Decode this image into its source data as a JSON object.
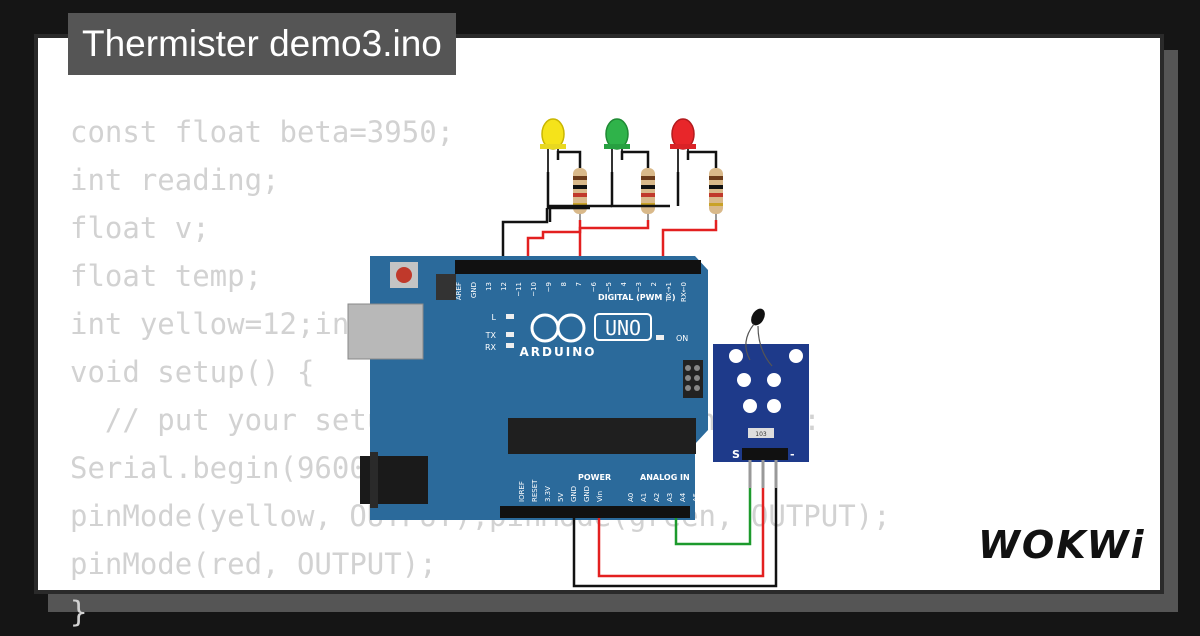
{
  "title": "Thermister demo3.ino",
  "code_lines": [
    "const float beta=3950;",
    "int reading;",
    "float v;",
    "float temp;",
    "int yellow=12;int green=8;int red=2;",
    "void setup() {",
    "  // put your setup code here, to run once:",
    "Serial.begin(9600);",
    "pinMode(yellow, OUTPUT);pinMode(green, OUTPUT);",
    "pinMode(red, OUTPUT);",
    "}"
  ],
  "board": {
    "brand": "ARDUINO",
    "model": "UNO",
    "digital_label": "DIGITAL (PWM ~)",
    "power_label": "POWER",
    "analog_label": "ANALOG IN",
    "led_l": "L",
    "led_tx": "TX",
    "led_rx": "RX",
    "led_on": "ON",
    "top_pins": [
      "AREF",
      "GND",
      "13",
      "12",
      "~11",
      "~10",
      "~9",
      "8",
      "7",
      "~6",
      "~5",
      "4",
      "~3",
      "2",
      "TX→1",
      "RX←0"
    ],
    "bottom_pins": [
      "IOREF",
      "RESET",
      "3.3V",
      "5V",
      "GND",
      "GND",
      "Vin",
      "A0",
      "A1",
      "A2",
      "A3",
      "A4",
      "A5"
    ]
  },
  "sensor": {
    "pin_s": "S",
    "pin_minus": "-",
    "chip": "103"
  },
  "leds": [
    {
      "color": "#f5e31a",
      "name": "yellow"
    },
    {
      "color": "#2fb34a",
      "name": "green"
    },
    {
      "color": "#e8262a",
      "name": "red"
    }
  ],
  "brand_logo": "WOKWi",
  "colors": {
    "board": "#2b6a9b",
    "sensor_board": "#1e3a8a",
    "wire_red": "#e32020",
    "wire_black": "#111111",
    "wire_green": "#1c9a2c"
  }
}
